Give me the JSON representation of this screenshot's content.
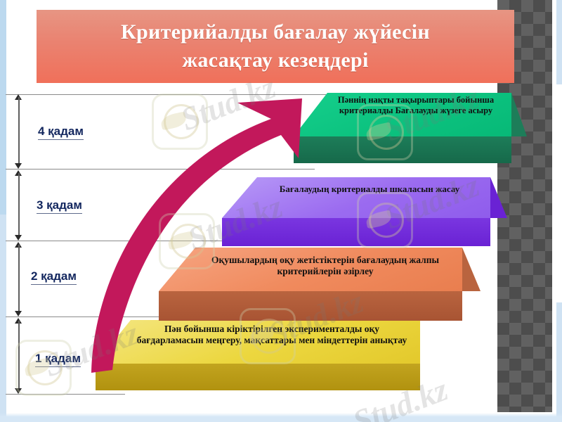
{
  "title": {
    "line1": "Критерийалды бағалау жүйесін",
    "line2": "жасақтау кезеңдері"
  },
  "steps": [
    {
      "label": "1 қадам",
      "text": "Пән бойынша кіріктірілген эксперименталды оқу бағдарламасын меңгеру, мақсаттары мен міндеттерін анықтау",
      "color_top": "#ecd73f",
      "color_side": "#b1920f"
    },
    {
      "label": "2 қадам",
      "text": "Оқушылардың оқу жетістіктерін бағалаудың жалпы критерийлерін әзірлеу",
      "color_top": "#f08a5d",
      "color_side": "#a85433"
    },
    {
      "label": "3 қадам",
      "text": "Бағалаудың критериалды шкаласын жасау",
      "color_top": "#9b6bf0",
      "color_side": "#6a22d4"
    },
    {
      "label": "4 қадам",
      "text": "Пәннің нақты тақырыптары бойынша критериалды Бағалауды жүзеге асыру",
      "color_top": "#0cc27f",
      "color_side": "#16694a"
    }
  ],
  "arrow": {
    "color": "#c2185b",
    "direction": "upward-curved"
  },
  "theme": {
    "banner_top": "#e79583",
    "banner_bottom": "#f0705a",
    "banner_text": "#ffffff",
    "label_text": "#12265e",
    "rule": "#8a8a8a",
    "texture_dark": "#4d4d4d",
    "texture_light": "#616161",
    "page_edge": "#cfe2f3"
  },
  "watermark": {
    "text": "Stud.kz"
  }
}
